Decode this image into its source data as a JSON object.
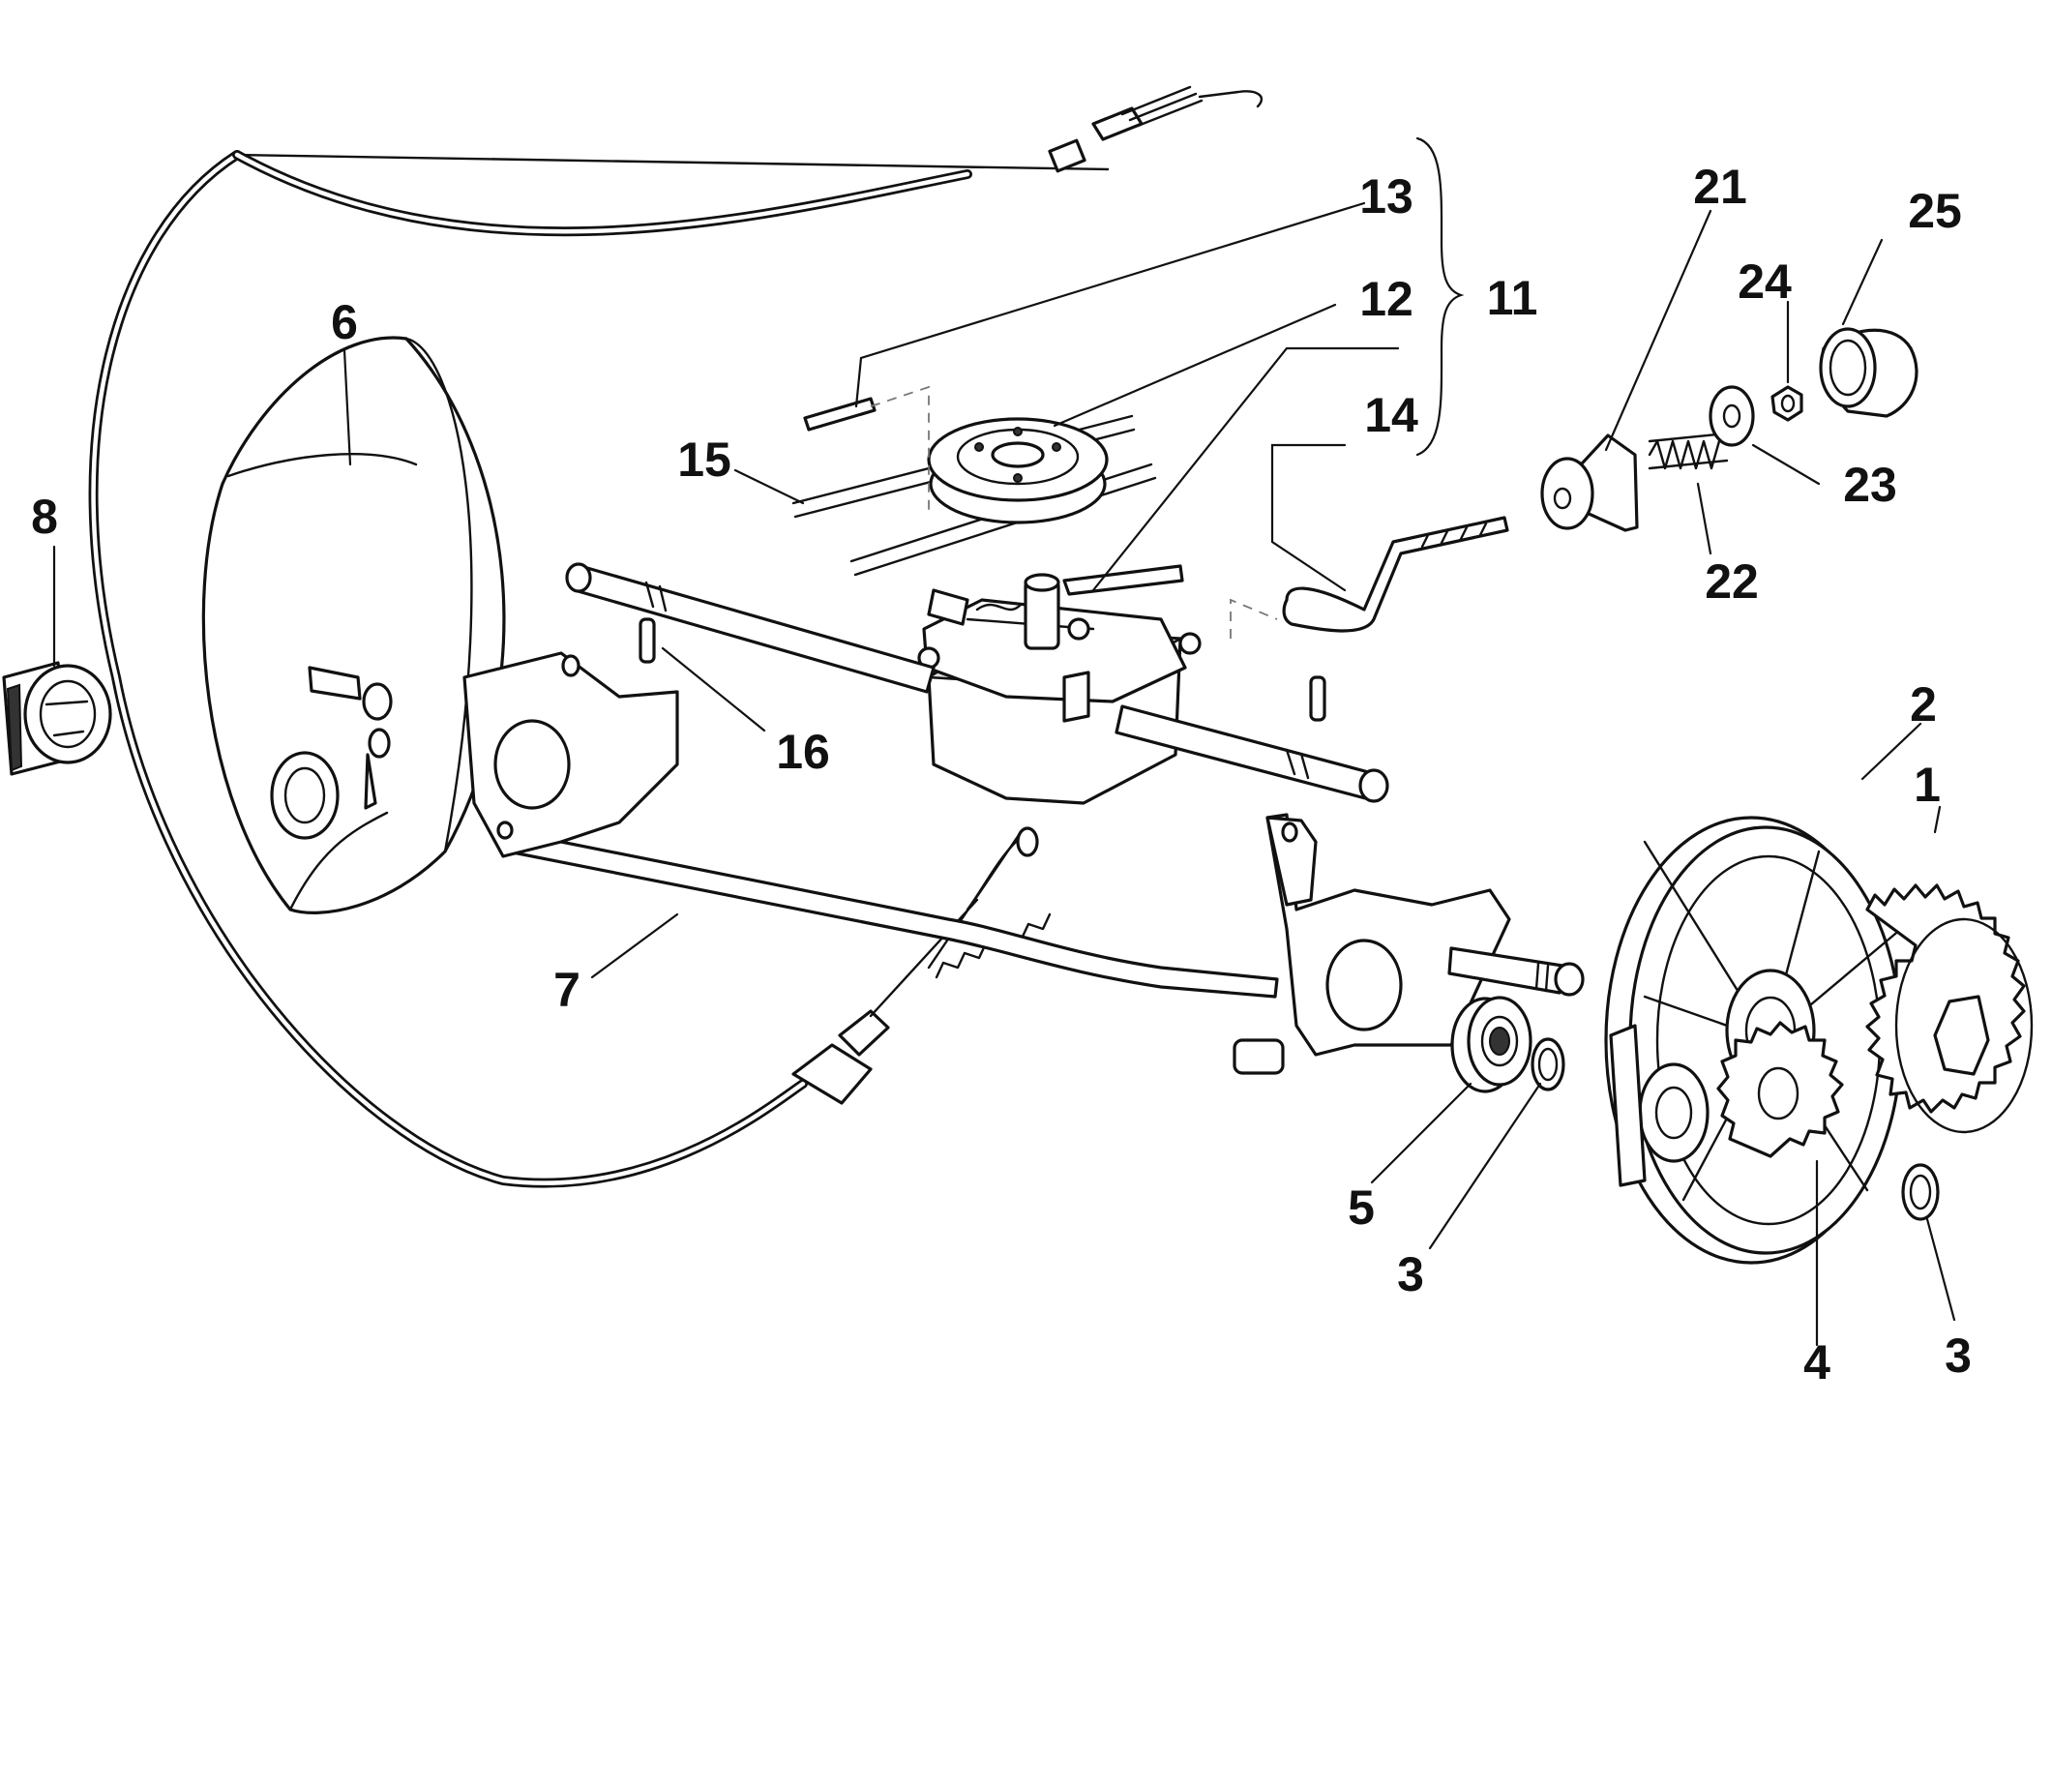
{
  "callouts": {
    "c1": "1",
    "c2": "2",
    "c3a": "3",
    "c3b": "3",
    "c4": "4",
    "c5": "5",
    "c6": "6",
    "c7": "7",
    "c8": "8",
    "c11": "11",
    "c12": "12",
    "c13": "13",
    "c14": "14",
    "c15": "15",
    "c16": "16",
    "c21": "21",
    "c22": "22",
    "c23": "23",
    "c24": "24",
    "c25": "25"
  }
}
